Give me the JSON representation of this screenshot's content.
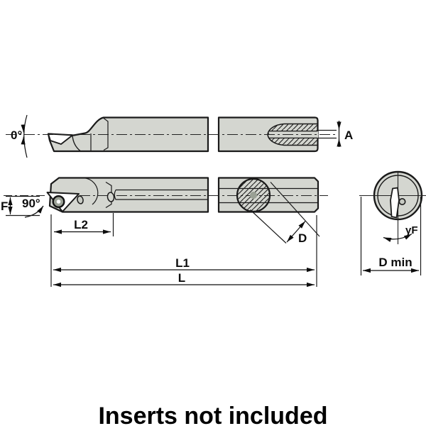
{
  "drawing": {
    "title_hidden": "",
    "colors": {
      "body_fill": "#d4d6d0",
      "outline": "#1a1a1a",
      "hatch": "#1a1a1a",
      "screw_fill": "#9aa095",
      "background": "#ffffff"
    },
    "views": {
      "top_profile": {
        "labels": {
          "rake_angle": "0°",
          "bore_hole_dia": "A"
        }
      },
      "side_profile": {
        "labels": {
          "height_f": "F",
          "lead_angle": "90°",
          "head_length_l2": "L2",
          "shank_dia_d": "D",
          "length_l1": "L1",
          "overall_length_l": "L"
        }
      },
      "end_view": {
        "labels": {
          "gamma_f_angle": "γF",
          "min_bore_dia": "D min"
        }
      }
    }
  },
  "footer": {
    "note": "Inserts not included"
  }
}
